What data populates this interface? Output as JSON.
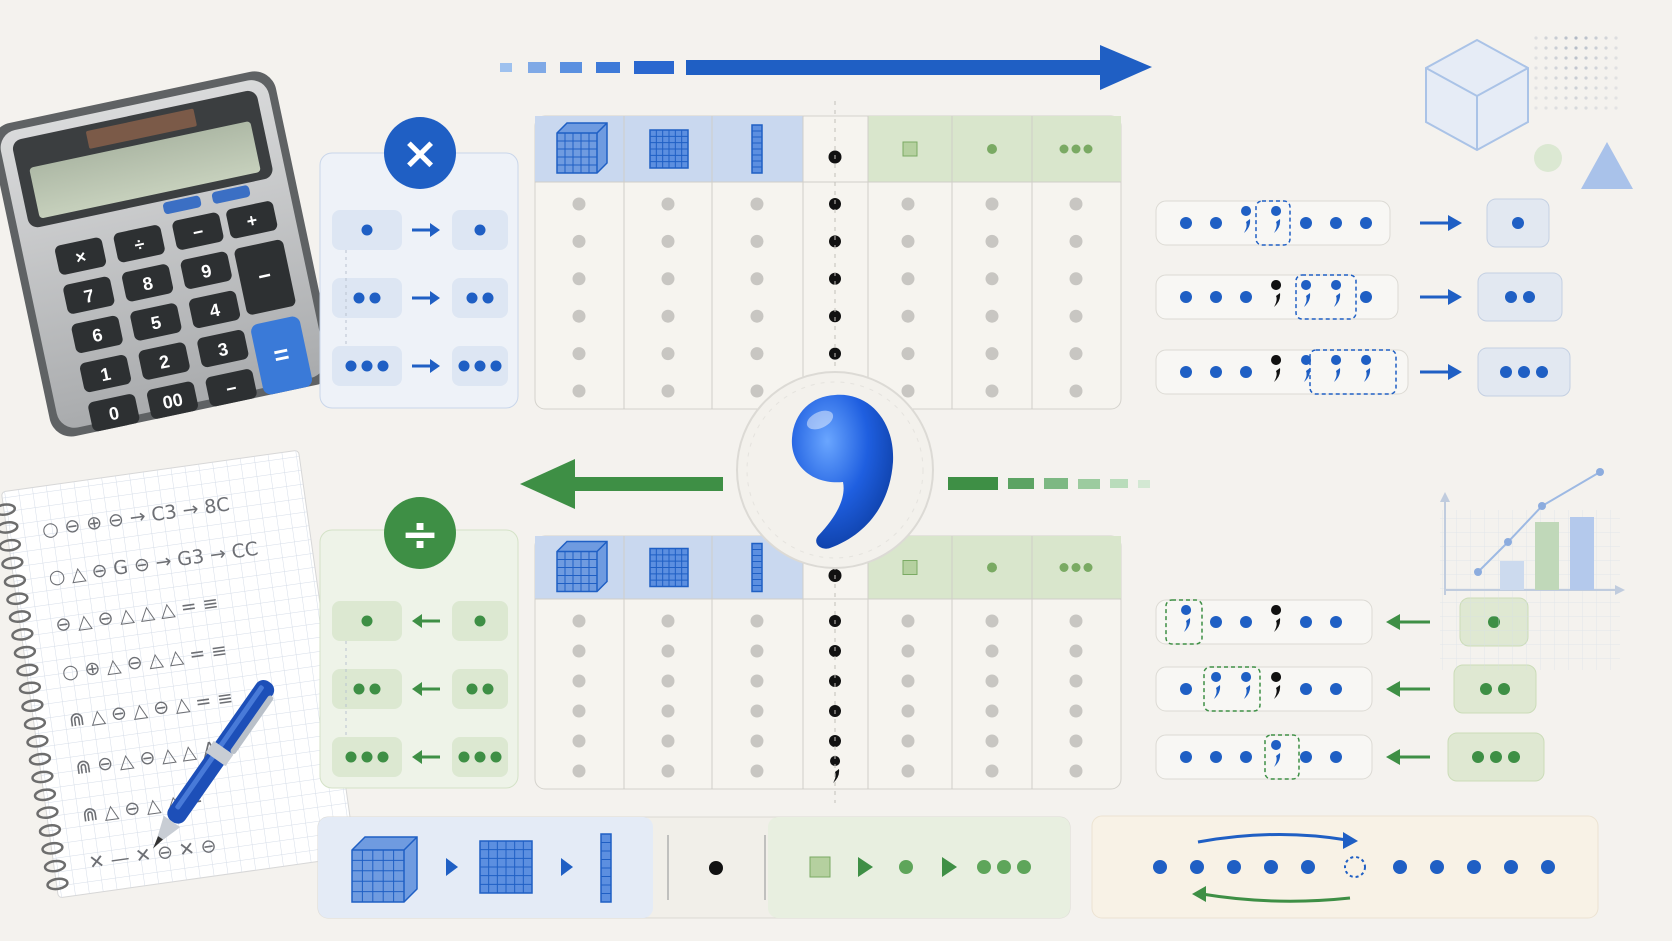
{
  "calculator": {
    "keys": [
      "7",
      "8",
      "9",
      "6",
      "5",
      "4",
      "3",
      "2",
      "1",
      "0",
      "00",
      "+",
      "−",
      "×",
      "÷",
      "="
    ]
  },
  "notebook": {
    "lines": [
      "○ ⊖ ⊕ ⊖ → C3 → 8C",
      "○ △ ⊖ G ⊖ → G3 → CC",
      "⊖ △ ⊖ △ △ △ = ≡",
      "○ ⊕ △ ⊖ △ △ = ≡",
      "⋒ △ ⊖ △ ⊖ △ = ≡",
      "⋒ ⊖ △ ⊖ △ △ ⋀",
      "⋒ △ ⊖ △ △ =",
      "✕ — ✕ ⊖ ✕ ⊖"
    ]
  },
  "symbols": {
    "multiply": "×",
    "divide": "÷",
    "comma": ","
  },
  "colors": {
    "blue": "#1f5fc4",
    "blue_light": "#c9d8ef",
    "green": "#3e8f45",
    "green_light": "#d9e6cc",
    "ink": "#111111",
    "grey_dot": "#c8c6c2"
  },
  "icons": {
    "thousands": "cube-icon",
    "hundreds": "flat-grid-icon",
    "tens": "rod-icon",
    "ones": "unit-dot-icon",
    "tenths": "small-square-icon",
    "hundredths": "small-dot-icon",
    "thousandths": "triple-dot-icon"
  }
}
